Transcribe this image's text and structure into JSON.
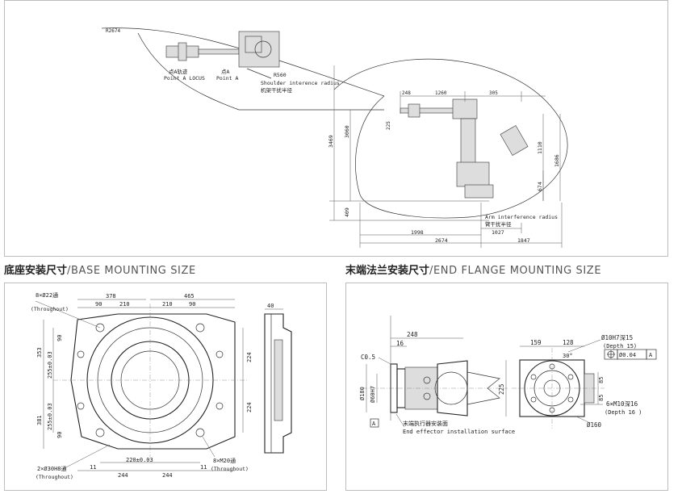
{
  "top": {
    "labels": {
      "r2674": "R2674",
      "pointA_locus_cn": "点A轨迹",
      "pointA_locus_en": "Point A LOCUS",
      "pointA_cn": "点A",
      "pointA_en": "Point A",
      "r560": "R560",
      "shoulder_en": "Shoulder interence radius",
      "shoulder_cn": "机架干扰半径",
      "d248": "248",
      "d1260": "1260",
      "d305": "305",
      "d225": "225",
      "d3469": "3469",
      "d3060": "3060",
      "d1110": "1110",
      "d1686": "1686",
      "d674": "674",
      "d409": "409",
      "arm_en": "Arm interference radius",
      "arm_cn": "臂干扰半径",
      "d1027": "1027",
      "d1998": "1998",
      "d2674": "2674",
      "d1847": "1847"
    }
  },
  "headings": {
    "base_cn": "底座安装尺寸",
    "base_en": "/BASE MOUNTING SIZE",
    "flange_cn": "末端法兰安装尺寸",
    "flange_en": "/END FLANGE MOUNTING SIZE"
  },
  "base": {
    "labels": {
      "holes8": "8×Ø22通",
      "through1": "(Throughout)",
      "d378": "378",
      "d465": "465",
      "d90a": "90",
      "d210a": "210",
      "d210b": "210",
      "d90b": "90",
      "d40": "40",
      "d353": "353",
      "d255a": "255±0.03",
      "d90c": "90",
      "d224a": "224",
      "d224b": "224",
      "d381": "381",
      "d255b": "255±0.03",
      "d90d": "90",
      "holes2": "2×Ø30H8通",
      "through2": "(Throughout)",
      "d220": "220±0.03",
      "d11a": "11",
      "d244a": "244",
      "d244b": "244",
      "d11b": "11",
      "m20": "8×M20通",
      "through3": "(Throughout)"
    }
  },
  "flange": {
    "labels": {
      "d248": "248",
      "d16": "16",
      "c05": "C0.5",
      "d180": "Ø180",
      "d60h7": "Ø60H7",
      "datumA": "A",
      "surf_cn": "末端执行器安装面",
      "surf_en": "End effector installation surface",
      "d225": "225",
      "d159": "159",
      "d128": "128",
      "hole10": "Ø10H7深15",
      "depth15": "(Depth 15)",
      "tol": "Ø0.04",
      "tolA": "A",
      "ang30": "30°",
      "d85a": "85",
      "d85b": "85",
      "m10": "6×M10深16",
      "depth16": "(Depth 16 )",
      "d160": "Ø160"
    }
  }
}
